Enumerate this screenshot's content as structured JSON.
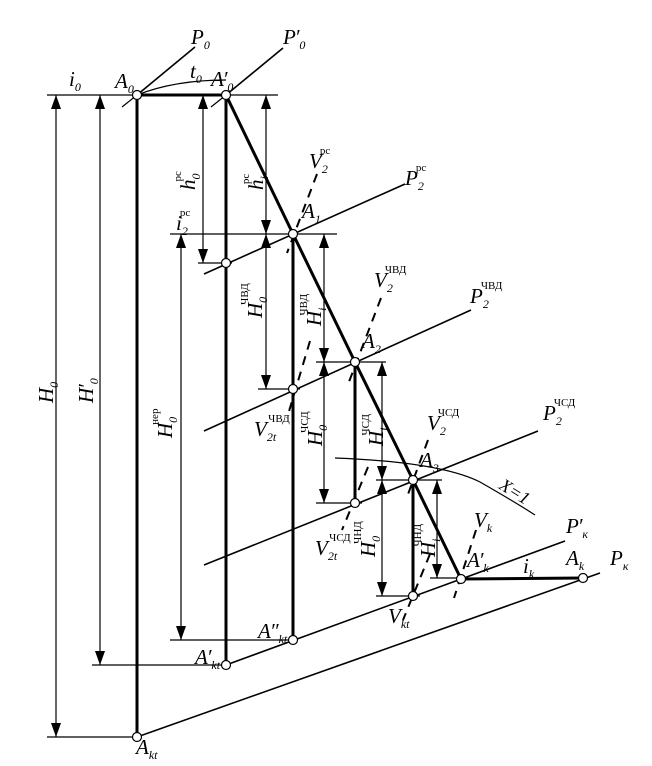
{
  "labels": {
    "A0": {
      "main": "A",
      "sub": "0"
    },
    "A0p": {
      "main": "A",
      "sub": "0",
      "sup": "′"
    },
    "A1": {
      "main": "A",
      "sub": "1"
    },
    "A2": {
      "main": "A",
      "sub": "2"
    },
    "A3": {
      "main": "A",
      "sub": "3"
    },
    "Akp": {
      "main": "A",
      "sub": "k",
      "sup": "′"
    },
    "Ak": {
      "main": "A",
      "sub": "k"
    },
    "Akt": {
      "main": "A",
      "sub": "kt"
    },
    "Aktp": {
      "main": "A",
      "sub": "kt",
      "sup": "′"
    },
    "Aktpp": {
      "main": "A",
      "sub": "kt",
      "sup": "″"
    },
    "P0": {
      "main": "P",
      "sub": "0"
    },
    "P0p": {
      "main": "P",
      "sub": "0",
      "sup": "′"
    },
    "P2pc": {
      "main": "P",
      "sub": "2",
      "sup": "рс"
    },
    "P2chvd": {
      "main": "P",
      "sub": "2",
      "sup": "ЧВД"
    },
    "P2chsd": {
      "main": "P",
      "sub": "2",
      "sup": "ЧСД"
    },
    "Pkp": {
      "main": "P",
      "sub": "к",
      "sup": "′"
    },
    "Pk": {
      "main": "P",
      "sub": "к"
    },
    "i0": {
      "main": "i",
      "sub": "0"
    },
    "ik": {
      "main": "i",
      "sub": "k"
    },
    "i2pc": {
      "main": "i",
      "sub": "2",
      "sup": "рс"
    },
    "t0": {
      "main": "t",
      "sub": "0"
    },
    "V2pc": {
      "main": "V",
      "sub": "2",
      "sup": "рс"
    },
    "V2chvd": {
      "main": "V",
      "sub": "2",
      "sup": "ЧВД"
    },
    "V2chsd": {
      "main": "V",
      "sub": "2",
      "sup": "ЧСД"
    },
    "Vk": {
      "main": "V",
      "sub": "k"
    },
    "V2t_chvd": {
      "main": "V",
      "sub": "2t",
      "sup": "ЧВД"
    },
    "V2t_chsd": {
      "main": "V",
      "sub": "2t",
      "sup": "ЧСД"
    },
    "Vkt": {
      "main": "V",
      "sub": "kt"
    },
    "H0": {
      "main": "H",
      "sub": "0"
    },
    "H0p": {
      "main": "H",
      "sub": "0",
      "sup": "′"
    },
    "H0ner": {
      "main": "H",
      "sub": "0",
      "sup": "нер"
    },
    "h0pc": {
      "main": "h",
      "sub": "0",
      "sup": "рс"
    },
    "hipc": {
      "main": "h",
      "sub": "i",
      "sup": "рс"
    },
    "H0chvd": {
      "main": "H",
      "sub": "0",
      "sup": "ЧВД"
    },
    "Hichvd": {
      "main": "H",
      "sub": "i",
      "sup": "ЧВД"
    },
    "H0chsd": {
      "main": "H",
      "sub": "0",
      "sup": "ЧСД"
    },
    "Hichsd": {
      "main": "H",
      "sub": "i",
      "sup": "ЧСД"
    },
    "H0chnd": {
      "main": "H",
      "sub": "0",
      "sup": "ЧНД"
    },
    "Hichnd": {
      "main": "H",
      "sub": "i",
      "sup": "ЧНД"
    },
    "x1": "X=1"
  }
}
